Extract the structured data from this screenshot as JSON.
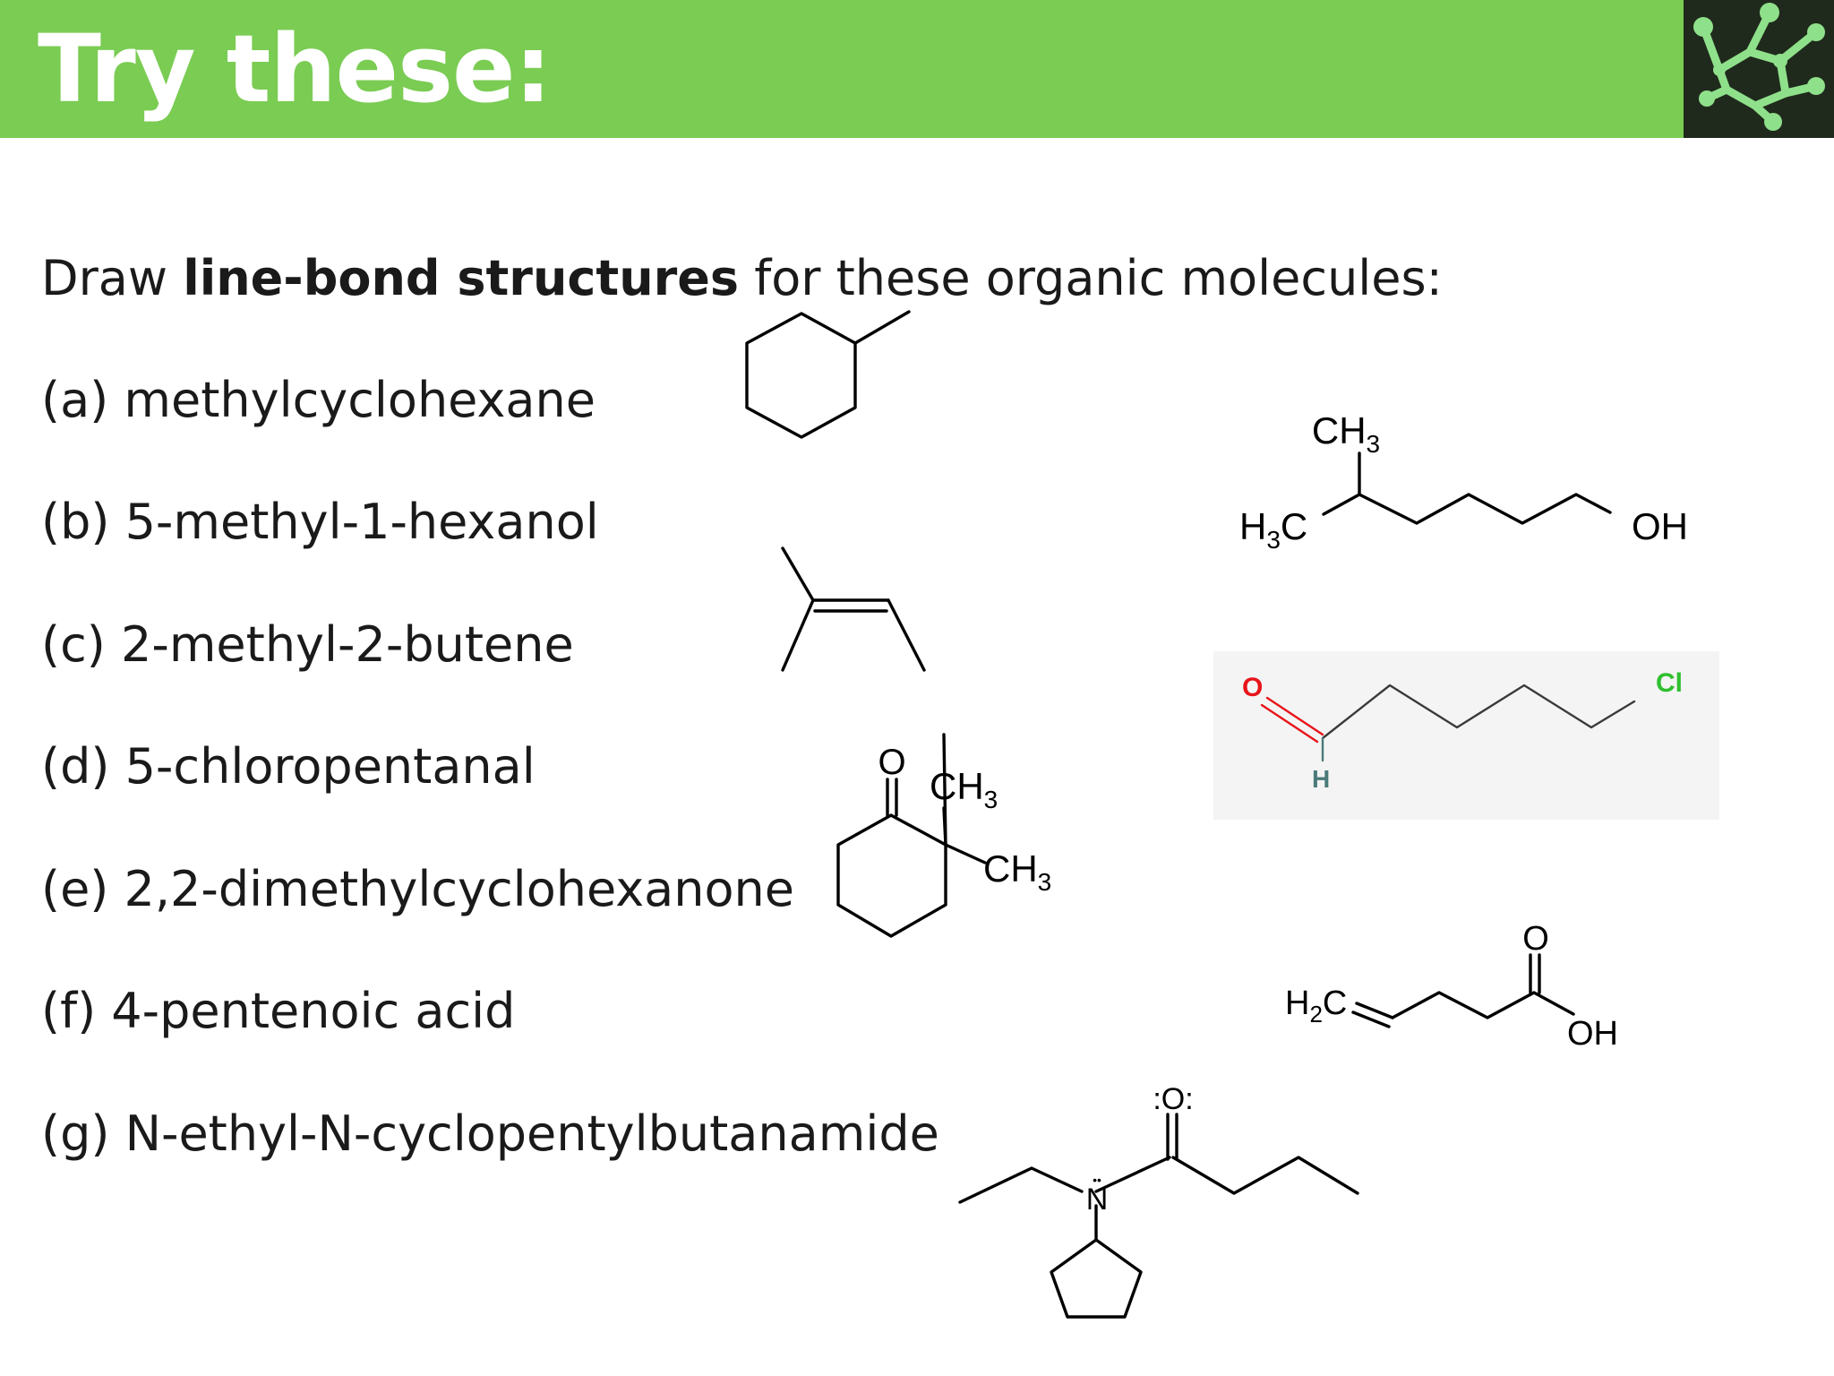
{
  "header": {
    "title": "Try these:",
    "logo_icon": "molecule-icon",
    "bar_color": "#7acc53"
  },
  "instructions": {
    "prefix": "Draw ",
    "emphasis": "line-bond structures",
    "suffix": " for these organic molecules:"
  },
  "items": [
    {
      "label": "(a) methylcyclohexane"
    },
    {
      "label": "(b) 5-methyl-1-hexanol"
    },
    {
      "label": "(c) 2-methyl-2-butene"
    },
    {
      "label": "(d) 5-chloropentanal"
    },
    {
      "label": "(e) 2,2-dimethylcyclohexanone"
    },
    {
      "label": "(f) 4-pentenoic acid"
    },
    {
      "label": "(g) N-ethyl-N-cyclopentylbutanamide"
    }
  ],
  "structures": {
    "b": {
      "top": "CH",
      "top_sub": "3",
      "left": "H",
      "left_sub": "3",
      "left_tail": "C",
      "right": "OH"
    },
    "d": {
      "oxygen": "O",
      "hydrogen": "H",
      "chlorine": "Cl",
      "oxygen_color": "#e8141a",
      "chlorine_color": "#2fbf2f",
      "hydrogen_color": "#4a7a7a"
    },
    "e": {
      "oxygen": "O",
      "methyl1": "CH",
      "methyl1_sub": "3",
      "methyl2": "CH",
      "methyl2_sub": "3"
    },
    "f": {
      "left": "H",
      "left_sub": "2",
      "left_tail": "C",
      "oxygen": "O",
      "acid": "OH"
    },
    "g": {
      "oxygen": ":O:",
      "nitrogen": "N",
      "lone_pair": "••"
    }
  }
}
